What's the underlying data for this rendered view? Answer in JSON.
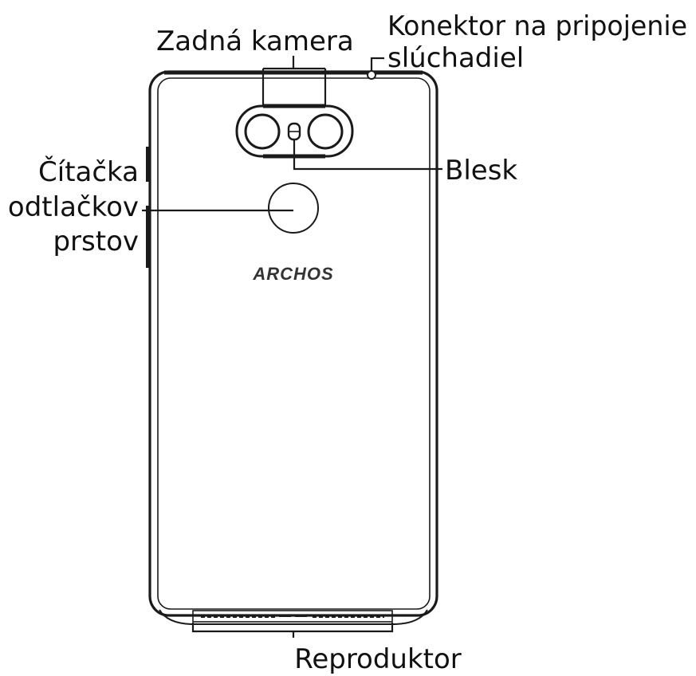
{
  "diagram": {
    "labels": {
      "rear_camera": "Zadná kamera",
      "headphone_jack_line1": "Konektor na pripojenie",
      "headphone_jack_line2": "slúchadiel",
      "flash": "Blesk",
      "fingerprint_line1": "Čítačka",
      "fingerprint_line2": "odtlačkov",
      "fingerprint_line3": "prstov",
      "speaker": "Reproduktor"
    },
    "brand_logo": "ARCHOS",
    "colors": {
      "line": "#1a1a1a",
      "text": "#111111",
      "background": "#ffffff"
    }
  }
}
